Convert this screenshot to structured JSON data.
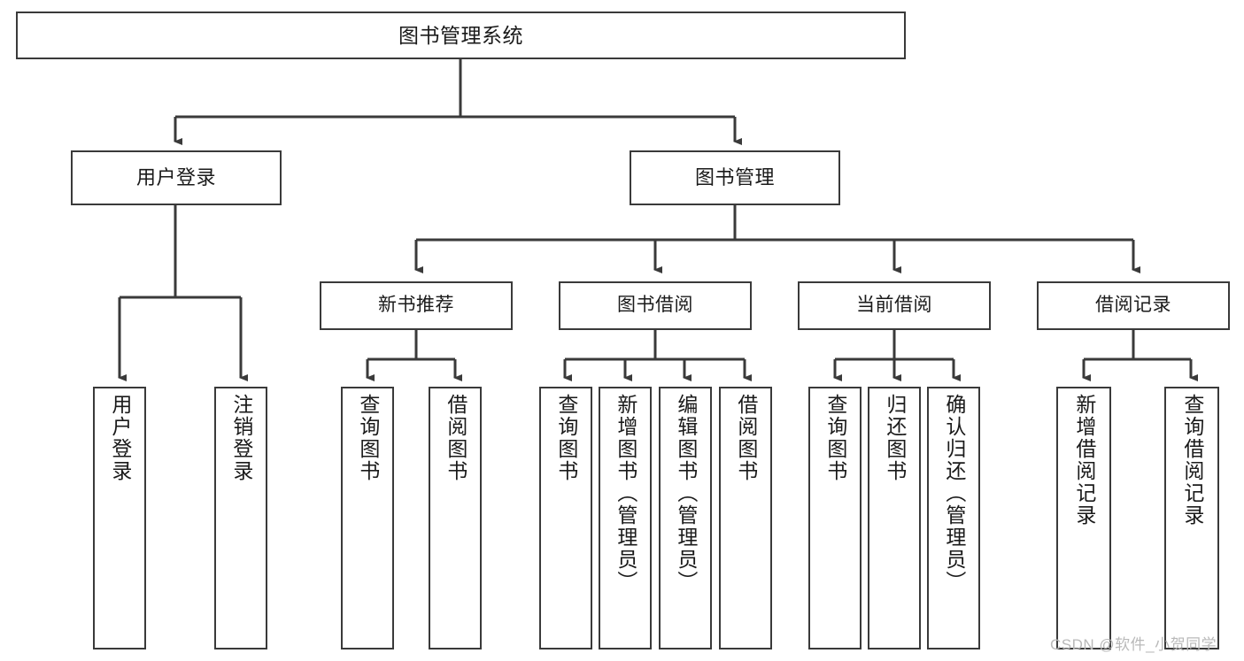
{
  "diagram": {
    "title": "图书管理系统",
    "type": "hierarchy-tree",
    "root": {
      "id": "root",
      "label": "图书管理系统"
    },
    "level2": [
      {
        "id": "user-login",
        "label": "用户登录"
      },
      {
        "id": "book-manage",
        "label": "图书管理"
      }
    ],
    "level3": [
      {
        "id": "new-book-recommend",
        "label": "新书推荐"
      },
      {
        "id": "book-borrow",
        "label": "图书借阅"
      },
      {
        "id": "current-borrow",
        "label": "当前借阅"
      },
      {
        "id": "borrow-record",
        "label": "借阅记录"
      }
    ],
    "leaves": [
      {
        "id": "leaf-user-login",
        "label": "用户登录",
        "parent": "user-login"
      },
      {
        "id": "leaf-logout-login",
        "label": "注销登录",
        "parent": "user-login"
      },
      {
        "id": "leaf-query-book-1",
        "label": "查询图书",
        "parent": "new-book-recommend"
      },
      {
        "id": "leaf-borrow-book-1",
        "label": "借阅图书",
        "parent": "new-book-recommend"
      },
      {
        "id": "leaf-query-book-2",
        "label": "查询图书",
        "parent": "book-borrow"
      },
      {
        "id": "leaf-add-book",
        "label": "新增图书（管理员）",
        "parent": "book-borrow"
      },
      {
        "id": "leaf-edit-book",
        "label": "编辑图书（管理员）",
        "parent": "book-borrow"
      },
      {
        "id": "leaf-borrow-book-2",
        "label": "借阅图书",
        "parent": "book-borrow"
      },
      {
        "id": "leaf-query-book-3",
        "label": "查询图书",
        "parent": "current-borrow"
      },
      {
        "id": "leaf-return-book",
        "label": "归还图书",
        "parent": "current-borrow"
      },
      {
        "id": "leaf-confirm-return",
        "label": "确认归还（管理员）",
        "parent": "current-borrow"
      },
      {
        "id": "leaf-add-record",
        "label": "新增借阅记录",
        "parent": "borrow-record"
      },
      {
        "id": "leaf-query-record",
        "label": "查询借阅记录",
        "parent": "borrow-record"
      }
    ],
    "watermark": "CSDN @软件_小贺同学",
    "colors": {
      "stroke": "#3a3a3a",
      "background": "#ffffff",
      "text": "#1a1a1a",
      "watermark": "#b9b9b9"
    }
  }
}
